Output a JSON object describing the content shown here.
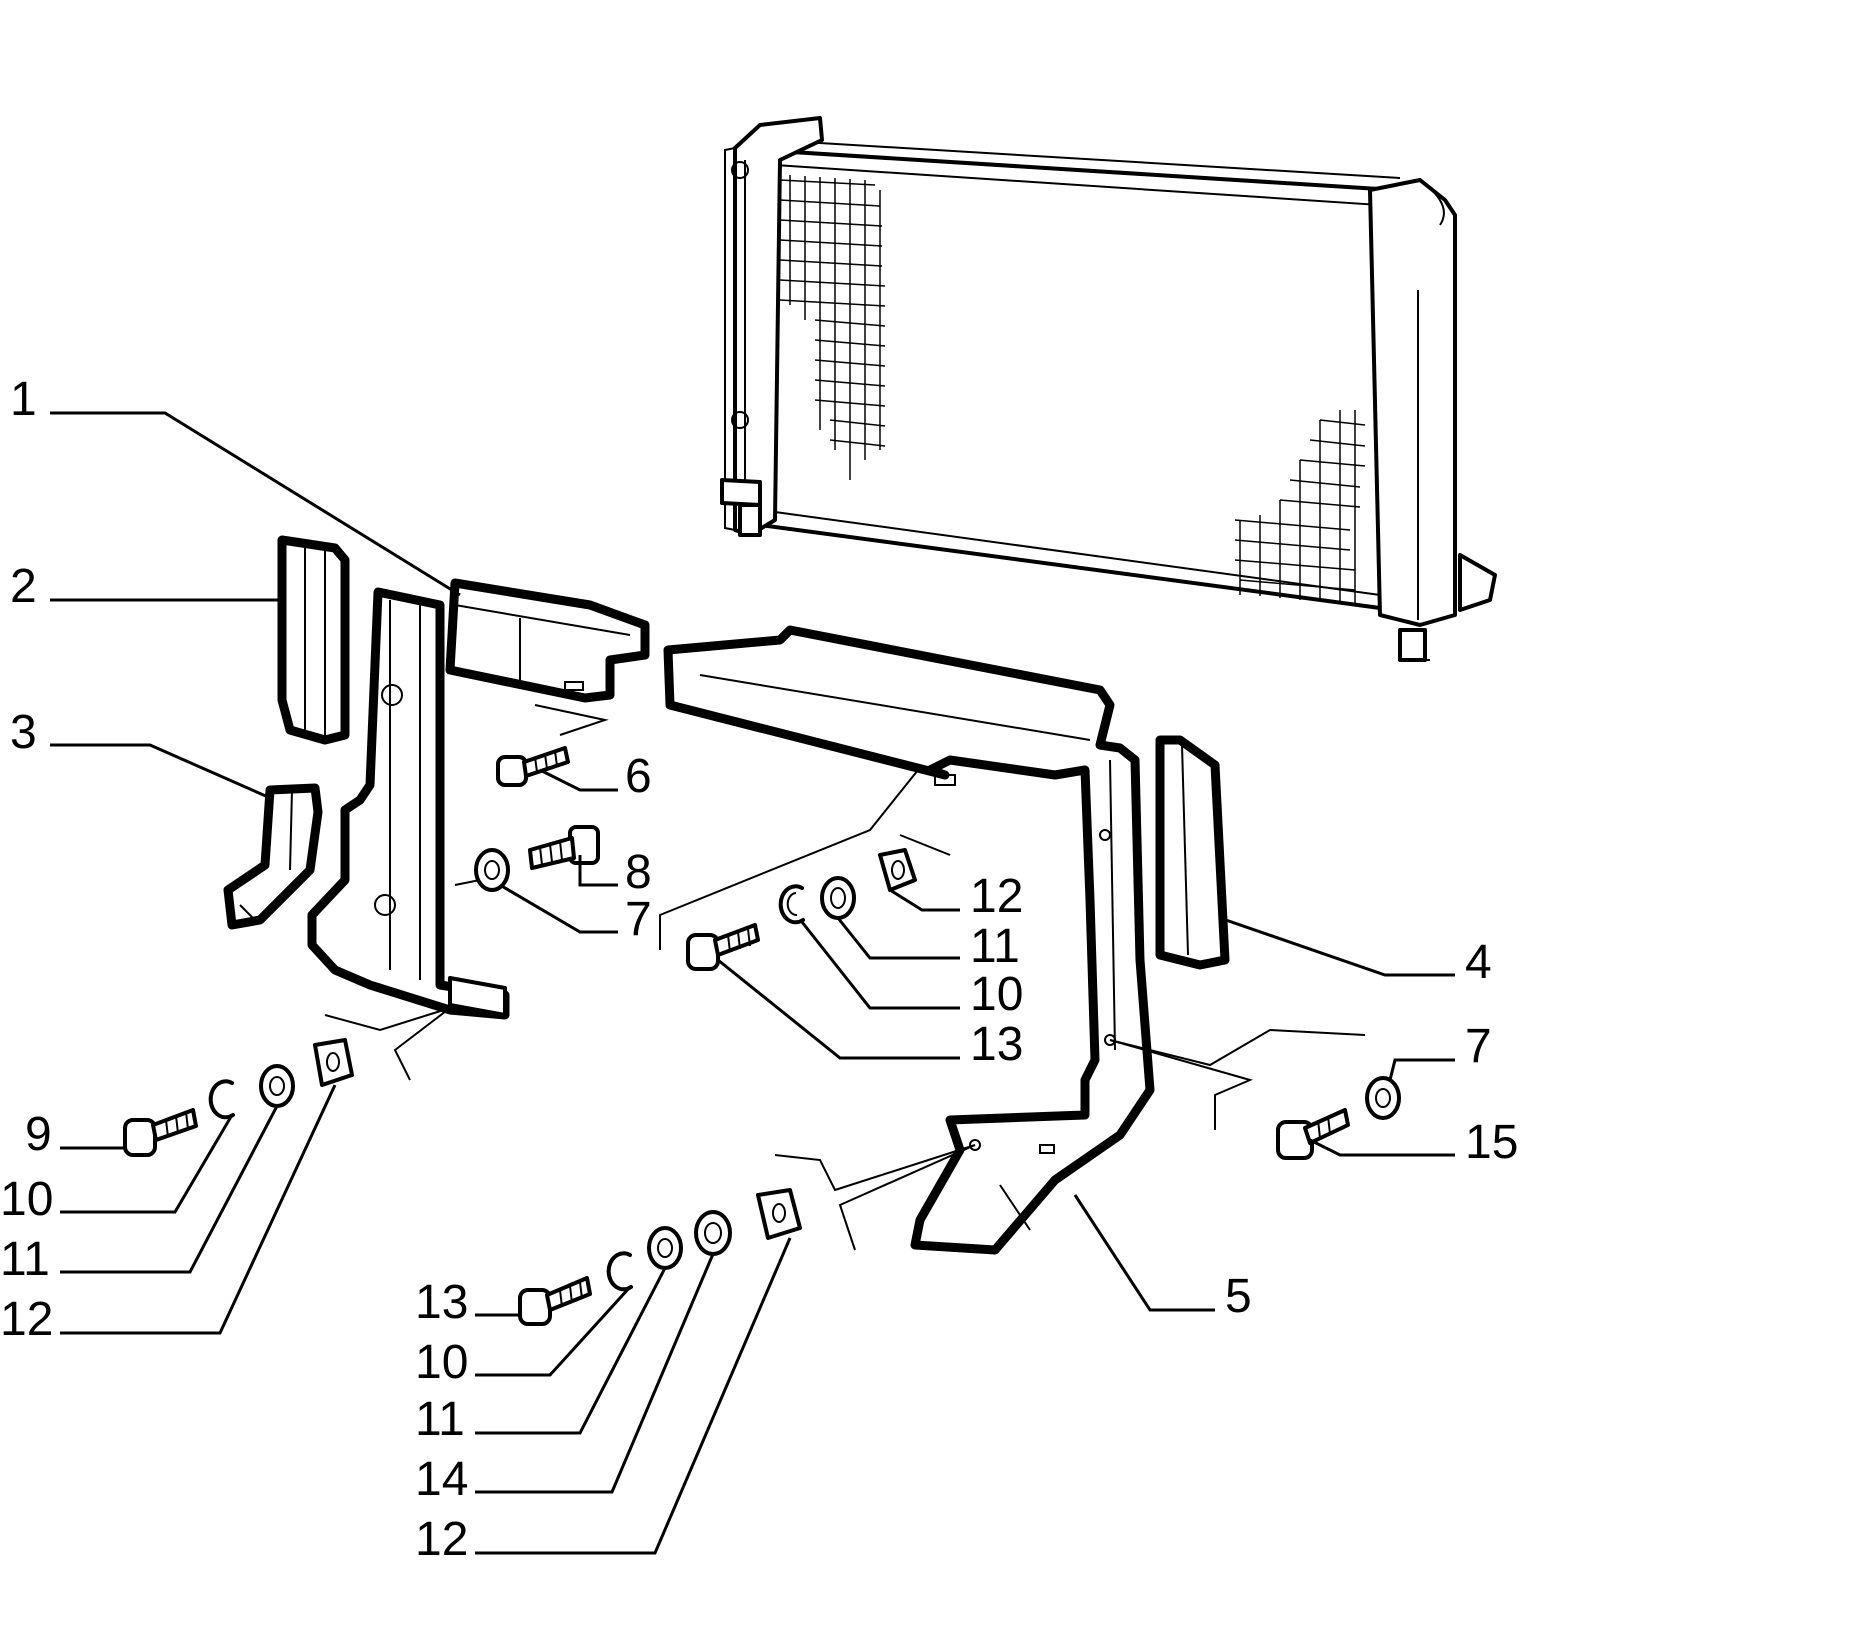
{
  "diagram": {
    "callouts": [
      {
        "id": "c1",
        "text": "1"
      },
      {
        "id": "c2",
        "text": "2"
      },
      {
        "id": "c3",
        "text": "3"
      },
      {
        "id": "c4",
        "text": "4"
      },
      {
        "id": "c5",
        "text": "5"
      },
      {
        "id": "c6",
        "text": "6"
      },
      {
        "id": "c7a",
        "text": "7"
      },
      {
        "id": "c7b",
        "text": "7"
      },
      {
        "id": "c8",
        "text": "8"
      },
      {
        "id": "c9",
        "text": "9"
      },
      {
        "id": "c10a",
        "text": "10"
      },
      {
        "id": "c10b",
        "text": "10"
      },
      {
        "id": "c10c",
        "text": "10"
      },
      {
        "id": "c11a",
        "text": "11"
      },
      {
        "id": "c11b",
        "text": "11"
      },
      {
        "id": "c11c",
        "text": "11"
      },
      {
        "id": "c12a",
        "text": "12"
      },
      {
        "id": "c12b",
        "text": "12"
      },
      {
        "id": "c12c",
        "text": "12"
      },
      {
        "id": "c13a",
        "text": "13"
      },
      {
        "id": "c13b",
        "text": "13"
      },
      {
        "id": "c14",
        "text": "14"
      },
      {
        "id": "c15",
        "text": "15"
      }
    ]
  }
}
